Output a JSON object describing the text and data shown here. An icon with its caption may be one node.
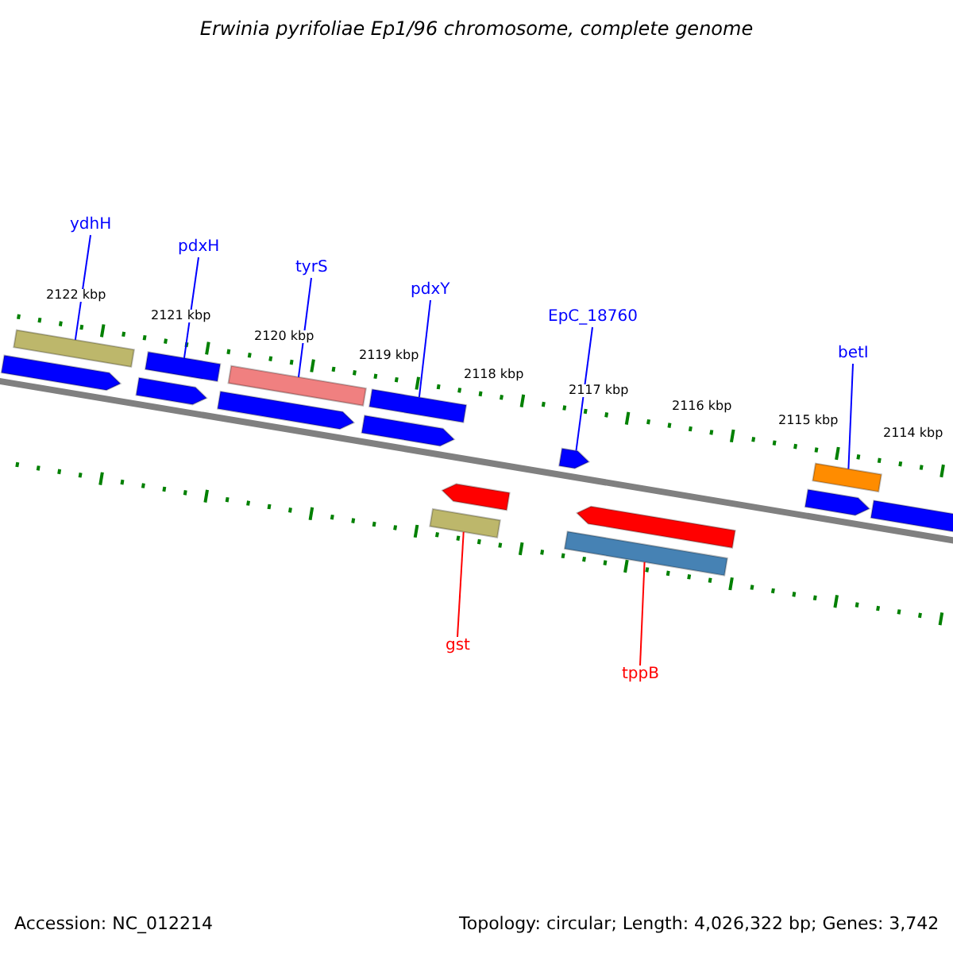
{
  "diagram": {
    "title": "Erwinia pyrifoliae Ep1/96 chromosome, complete genome",
    "nodes": [
      {
        "text": [
          "ydhH"
        ]
      },
      {
        "text": [
          "pdxH"
        ]
      },
      {
        "text": [
          "tyrS"
        ]
      },
      {
        "text": [
          "pdxY"
        ]
      },
      {
        "text": [
          "EpC_18760"
        ]
      },
      {
        "text": [
          "betI"
        ]
      },
      {
        "text": [
          "gst"
        ]
      },
      {
        "text": [
          "tppB"
        ]
      },
      {
        "text": [],
        "shape": "bar"
      },
      {
        "text": [],
        "shape": "arrow"
      },
      {
        "text": [],
        "shape": "bar"
      },
      {
        "text": [],
        "shape": "arrow"
      },
      {
        "text": [],
        "shape": "bar"
      },
      {
        "text": [],
        "shape": "arrow"
      },
      {
        "text": [],
        "shape": "bar"
      },
      {
        "text": [],
        "shape": "arrow"
      },
      {
        "text": [],
        "shape": "arrow"
      },
      {
        "text": [],
        "shape": "bar"
      },
      {
        "text": [],
        "shape": "arrow"
      },
      {
        "text": [],
        "shape": "arrow"
      },
      {
        "text": [],
        "shape": "bar"
      },
      {
        "text": [],
        "shape": "bar"
      },
      {
        "text": [],
        "shape": "arrow"
      },
      {
        "text": [],
        "shape": "bar"
      }
    ],
    "edges": [
      {
        "from": 0,
        "to": 8,
        "arrow": "none"
      },
      {
        "from": 1,
        "to": 10,
        "arrow": "none"
      },
      {
        "from": 2,
        "to": 12,
        "arrow": "none"
      },
      {
        "from": 3,
        "to": 14,
        "arrow": "none"
      },
      {
        "from": 4,
        "to": 18,
        "arrow": "none"
      },
      {
        "from": 5,
        "to": 21,
        "arrow": "none"
      },
      {
        "from": 6,
        "to": 17,
        "arrow": "none",
        "color": "#ff0000"
      },
      {
        "from": 7,
        "to": 20,
        "arrow": "none",
        "color": "#ff0000"
      }
    ],
    "labels": [
      "2122 kbp",
      "2121 kbp",
      "2120 kbp",
      "2119 kbp",
      "2118 kbp",
      "2117 kbp",
      "2116 kbp",
      "2115 kbp",
      "2114 kbp",
      "Accession: NC_012214",
      "Topology: circular; Length: 4,026,322 bp; Genes: 3,742"
    ]
  }
}
